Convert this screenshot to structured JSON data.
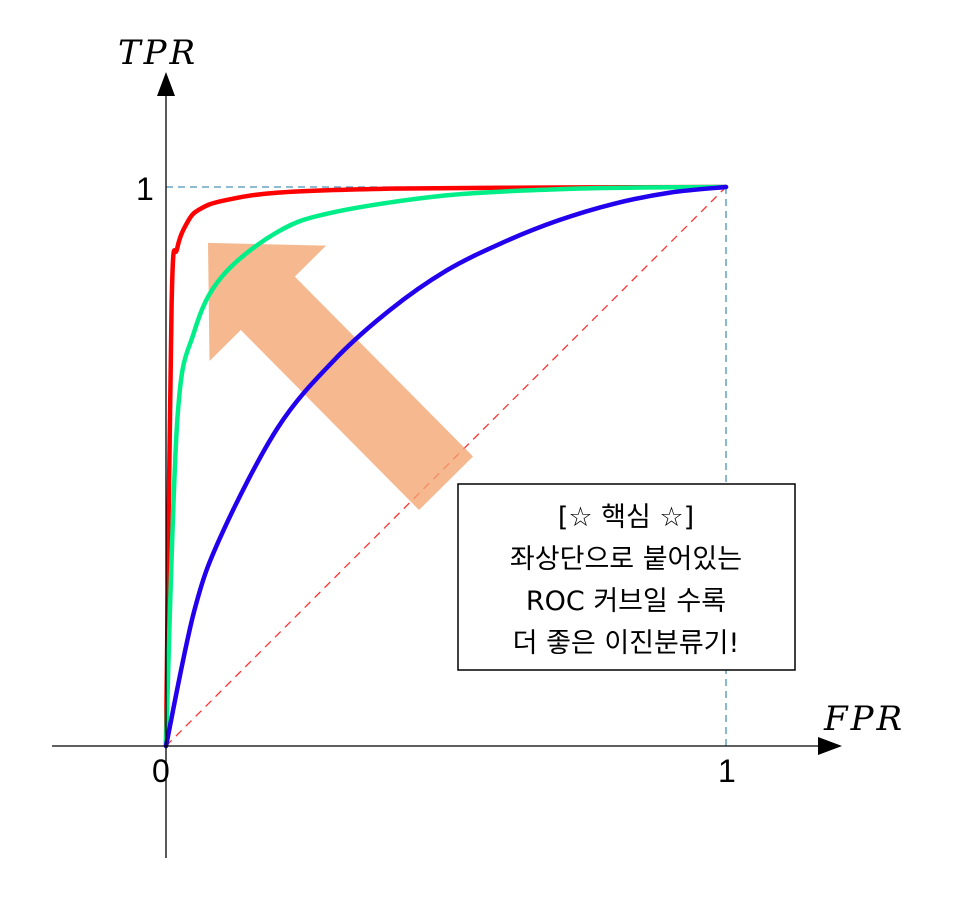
{
  "chart_data": {
    "type": "line",
    "xlabel": "FPR",
    "ylabel": "TPR",
    "xlim": [
      0,
      1
    ],
    "ylim": [
      0,
      1
    ],
    "x_ticks": [
      "0",
      "1"
    ],
    "y_ticks": [
      "1"
    ],
    "grid": false,
    "series": [
      {
        "color": "#ff0000",
        "style": "solid",
        "x": [
          0,
          0.01,
          0.02,
          0.04,
          0.06,
          0.1,
          0.2,
          0.4,
          0.7,
          1.0
        ],
        "y": [
          0,
          0.79,
          0.89,
          0.94,
          0.96,
          0.975,
          0.99,
          0.997,
          0.999,
          1.0
        ]
      },
      {
        "color": "#00ee88",
        "style": "solid",
        "x": [
          0,
          0.02,
          0.05,
          0.1,
          0.2,
          0.3,
          0.5,
          0.7,
          0.85,
          1.0
        ],
        "y": [
          0,
          0.58,
          0.74,
          0.84,
          0.92,
          0.955,
          0.985,
          0.996,
          0.999,
          1.0
        ]
      },
      {
        "color": "#2200ee",
        "style": "solid",
        "x": [
          0,
          0.05,
          0.1,
          0.2,
          0.3,
          0.4,
          0.5,
          0.6,
          0.7,
          0.8,
          0.9,
          1.0
        ],
        "y": [
          0,
          0.24,
          0.38,
          0.57,
          0.69,
          0.78,
          0.85,
          0.9,
          0.94,
          0.97,
          0.99,
          1.0
        ]
      },
      {
        "color": "#ff3333",
        "style": "dashed",
        "x": [
          0,
          1
        ],
        "y": [
          0,
          1
        ]
      }
    ],
    "reference_lines": [
      {
        "color": "#4a90b8",
        "style": "dashed",
        "x": [
          0,
          1
        ],
        "y": [
          1,
          1
        ]
      },
      {
        "color": "#4a90b8",
        "style": "dashed",
        "x": [
          1,
          1
        ],
        "y": [
          0,
          1
        ]
      }
    ],
    "annotation": {
      "lines": [
        "[☆ 핵심 ☆]",
        "좌상단으로 붙어있는",
        "ROC 커브일 수록",
        "더 좋은 이진분류기!"
      ]
    },
    "arrow": {
      "color": "#f2a470",
      "from": [
        0.5,
        0.47
      ],
      "to": [
        0.075,
        0.9
      ]
    }
  }
}
